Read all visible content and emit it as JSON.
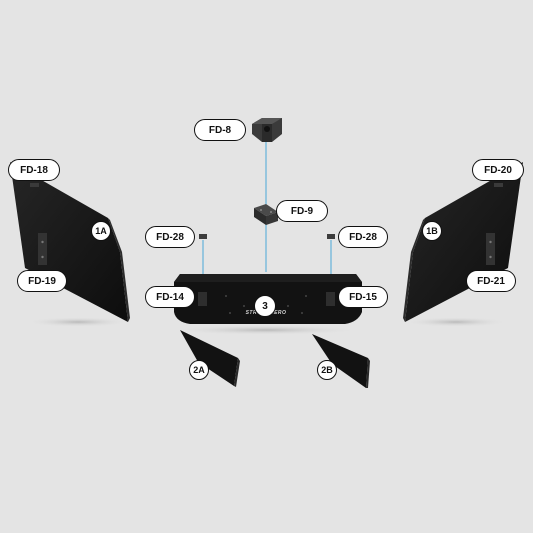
{
  "brand_text": "STREET AERO",
  "colors": {
    "background": "#e4e4e4",
    "part": "#141414",
    "leader_line": "#4aa8d8",
    "label_border": "#111111",
    "label_fill": "#ffffff"
  },
  "part_labels": [
    {
      "id": "fd-8",
      "text": "FD-8"
    },
    {
      "id": "fd-9",
      "text": "FD-9"
    },
    {
      "id": "fd-18",
      "text": "FD-18"
    },
    {
      "id": "fd-19",
      "text": "FD-19"
    },
    {
      "id": "fd-20",
      "text": "FD-20"
    },
    {
      "id": "fd-21",
      "text": "FD-21"
    },
    {
      "id": "fd-28-left",
      "text": "FD-28"
    },
    {
      "id": "fd-28-right",
      "text": "FD-28"
    },
    {
      "id": "fd-14",
      "text": "FD-14"
    },
    {
      "id": "fd-15",
      "text": "FD-15"
    }
  ],
  "section_labels": [
    {
      "id": "1a",
      "text": "1A"
    },
    {
      "id": "1b",
      "text": "1B"
    },
    {
      "id": "3",
      "text": "3"
    },
    {
      "id": "2a",
      "text": "2A"
    },
    {
      "id": "2b",
      "text": "2B"
    }
  ]
}
